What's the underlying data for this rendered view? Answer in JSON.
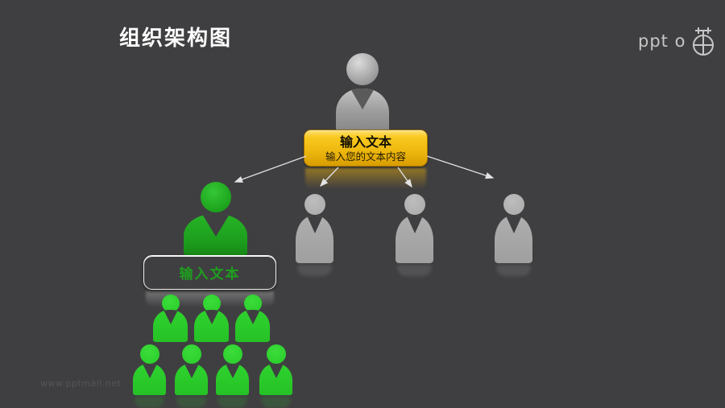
{
  "header": {
    "title": "组织架构图",
    "logo_text": "ppt o"
  },
  "nodes": {
    "leader": {
      "title": "输入文本",
      "subtitle": "输入您的文本内容"
    },
    "manager": {
      "title": "输入文本"
    }
  },
  "diagram": {
    "type": "org-chart",
    "level1": {
      "people": 1,
      "color": "silver"
    },
    "level2": {
      "people": 4,
      "highlighted_index": 0,
      "highlight_color": "green",
      "default_color": "gray",
      "connectors": 4
    },
    "level3": {
      "rows": [
        3,
        4
      ],
      "color": "green"
    }
  },
  "colors": {
    "background": "#3f3f41",
    "accent_gold": "#efba10",
    "accent_green": "#2ed32e",
    "person_gray": "#a9a9a9",
    "arrow": "#dedede",
    "button_text_green": "#1f9e1f"
  },
  "footer": {
    "watermark": "www.pptmall.net"
  }
}
